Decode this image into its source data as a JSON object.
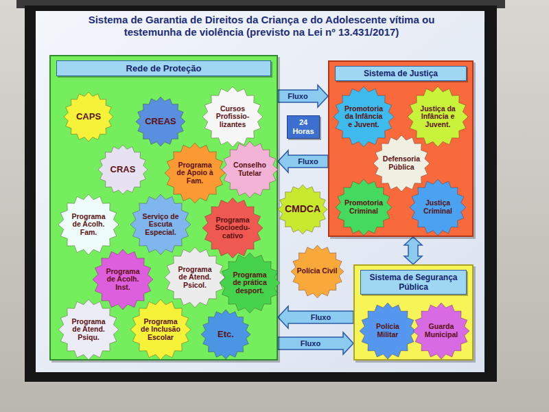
{
  "diagram": {
    "title": "Sistema de Garantia de Direitos da Criança e do Adolescente vítima ou testemunha de violência (previsto na Lei nº 13.431/2017)",
    "nodes": [
      {
        "text": [
          "Rede de Proteção"
        ]
      },
      {
        "text": [
          "CAPS"
        ],
        "in": 0
      },
      {
        "text": [
          "CREAS"
        ],
        "in": 0
      },
      {
        "text": [
          "Cursos Profissio- lizantes"
        ],
        "in": 0
      },
      {
        "text": [
          "CRAS"
        ],
        "in": 0
      },
      {
        "text": [
          "Programa de Apoio à Fam."
        ],
        "in": 0
      },
      {
        "text": [
          "Conselho Tutelar"
        ],
        "in": 0
      },
      {
        "text": [
          "Programa de Acolh. Fam."
        ],
        "in": 0
      },
      {
        "text": [
          "Serviço de Escuta Especial."
        ],
        "in": 0
      },
      {
        "text": [
          "Programa Socioedu- cativo"
        ],
        "in": 0
      },
      {
        "text": [
          "Programa de Acolh. Inst."
        ],
        "in": 0
      },
      {
        "text": [
          "Programa de Atend. Psicol."
        ],
        "in": 0
      },
      {
        "text": [
          "Programa de prática desport."
        ],
        "in": 0
      },
      {
        "text": [
          "Programa de Atend. Psiqu."
        ],
        "in": 0
      },
      {
        "text": [
          "Programa de Inclusão Escolar"
        ],
        "in": 0
      },
      {
        "text": [
          "Etc."
        ],
        "in": 0
      },
      {
        "text": [
          "24 Horas"
        ]
      },
      {
        "text": [
          "Sistema de Justiça"
        ]
      },
      {
        "text": [
          "Promotoria da Infância e Juvent."
        ],
        "in": 17
      },
      {
        "text": [
          "Justiça da Infância e Juvent."
        ],
        "in": 17
      },
      {
        "text": [
          "Defensoria Pública"
        ],
        "in": 17
      },
      {
        "text": [
          "Promotoria Criminal"
        ],
        "in": 17
      },
      {
        "text": [
          "Justiça Criminal"
        ],
        "in": 17
      },
      {
        "text": [
          "CMDCA"
        ]
      },
      {
        "text": [
          "Polícia Civil"
        ]
      },
      {
        "text": [
          "Sistema de Segurança Pública"
        ]
      },
      {
        "text": [
          "Polícia Militar"
        ],
        "in": 25
      },
      {
        "text": [
          "Guarda Municipal"
        ],
        "in": 25
      }
    ],
    "edges": [
      {
        "from": 0,
        "to": 17,
        "label": "Fluxo",
        "arrow": "to"
      },
      {
        "from": 17,
        "to": 0,
        "label": "Fluxo",
        "arrow": "to"
      },
      {
        "from": 17,
        "to": 25,
        "arrow": "both"
      },
      {
        "from": 25,
        "to": 0,
        "label": "Fluxo",
        "arrow": "to"
      },
      {
        "from": 0,
        "to": 25,
        "label": "Fluxo",
        "arrow": "to"
      }
    ]
  }
}
